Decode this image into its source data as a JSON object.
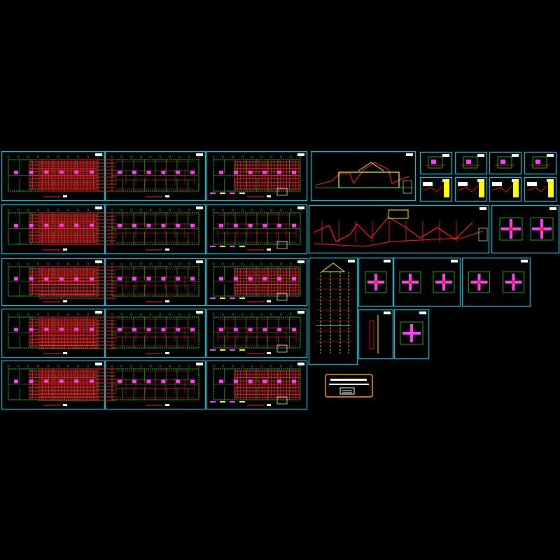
{
  "viewer": {
    "background": "#000000",
    "frame_color": "#00c8d8",
    "wall_color": "#22cc22",
    "pipe_color": "#ff2020",
    "fixture_color": "#ff40ff",
    "accent_yellow": "#ffff00",
    "accent_white": "#ffffff"
  },
  "drawing_sheets": [
    {
      "group": "plan-row-1",
      "kind": "floor-plan-triptych"
    },
    {
      "group": "plan-row-2",
      "kind": "floor-plan-triptych"
    },
    {
      "group": "plan-row-3",
      "kind": "floor-plan-triptych"
    },
    {
      "group": "plan-row-4",
      "kind": "floor-plan-triptych"
    },
    {
      "group": "plan-row-5",
      "kind": "floor-plan-triptych"
    },
    {
      "group": "section-sheet",
      "kind": "pipe-section"
    },
    {
      "group": "isometric-sheet",
      "kind": "pipe-isometric"
    },
    {
      "group": "riser-sheet",
      "kind": "riser-diagram"
    },
    {
      "group": "detail-sheets",
      "kind": "unit-details"
    }
  ],
  "stamp": {
    "line_1": "",
    "line_2": ""
  }
}
